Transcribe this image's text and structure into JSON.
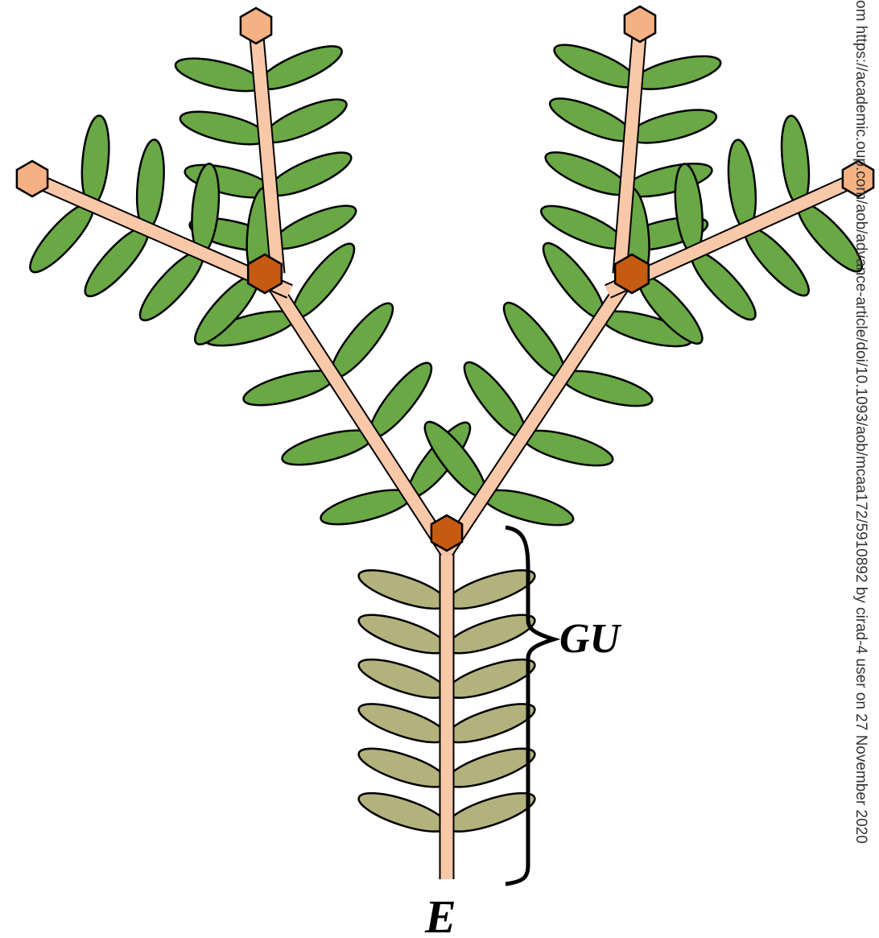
{
  "labels": {
    "growth_unit": "GU",
    "base": "E"
  },
  "watermark": "om https://academic.oup.com/aob/advance-article/doi/10.1093/aob/mcaa172/5910892 by cirad-4 user on 27 November 2020",
  "structure": {
    "growth_unit_leaflet_pairs": 6,
    "branch_leaflet_pairs": 4,
    "terminal_buds": 4,
    "branching_nodes": 3
  },
  "colors": {
    "stem": "#f9c8a9",
    "outline": "#000000",
    "leaf_young": "#69a844",
    "leaf_old": "#b3b27c",
    "branch_node": "#c55a11",
    "terminal_bud": "#f4b183"
  }
}
